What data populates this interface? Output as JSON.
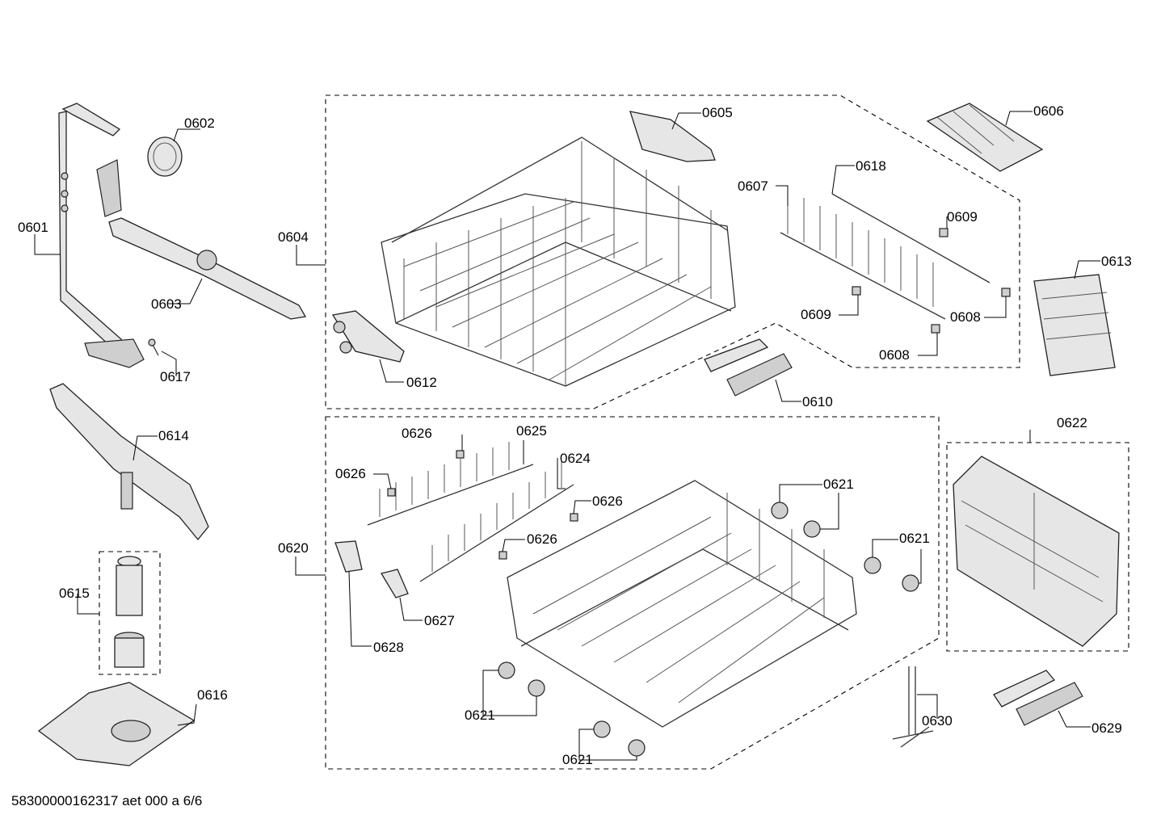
{
  "footer": {
    "doc_code": "58300000162317 aet 000 a 6/6"
  },
  "callouts": {
    "c0601": "0601",
    "c0602": "0602",
    "c0603": "0603",
    "c0604": "0604",
    "c0605": "0605",
    "c0606": "0606",
    "c0607": "0607",
    "c0608a": "0608",
    "c0608b": "0608",
    "c0609a": "0609",
    "c0609b": "0609",
    "c0610": "0610",
    "c0612": "0612",
    "c0613": "0613",
    "c0614": "0614",
    "c0615": "0615",
    "c0616": "0616",
    "c0617": "0617",
    "c0618": "0618",
    "c0620": "0620",
    "c0621a": "0621",
    "c0621b": "0621",
    "c0621c": "0621",
    "c0621d": "0621",
    "c0622": "0622",
    "c0624": "0624",
    "c0625": "0625",
    "c0626a": "0626",
    "c0626b": "0626",
    "c0626c": "0626",
    "c0626d": "0626",
    "c0627": "0627",
    "c0628": "0628",
    "c0629": "0629",
    "c0630": "0630"
  }
}
